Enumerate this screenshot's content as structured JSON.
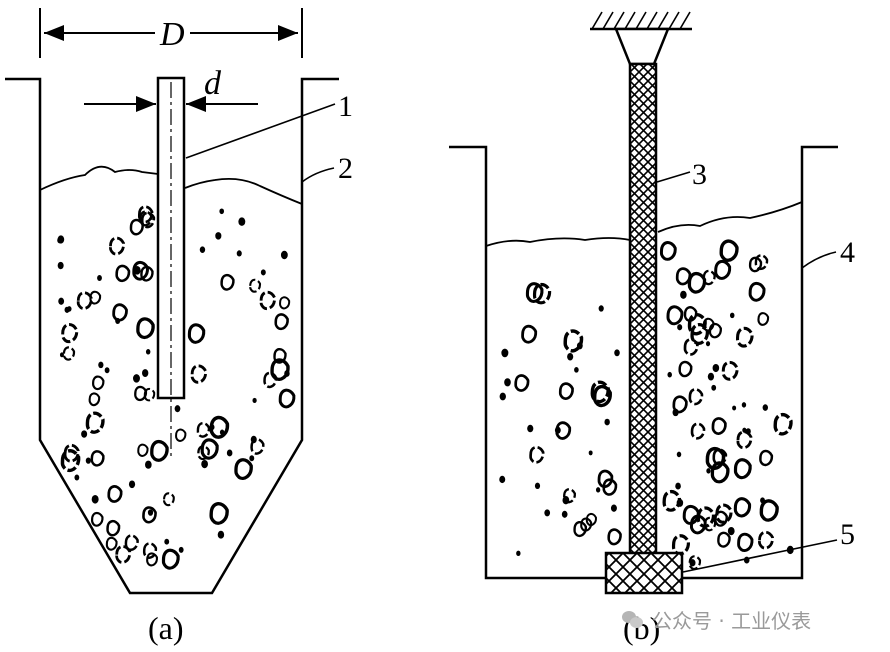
{
  "labels": {
    "dim_big": "D",
    "dim_small": "d",
    "n1": "1",
    "n2": "2",
    "n3": "3",
    "n4": "4",
    "n5": "5",
    "cap_a": "(a)",
    "cap_b": "(b)"
  },
  "watermark": {
    "text": "公众号 · 工业仪表",
    "logo_icon": "wechat-logo-icon",
    "color": "#9a9a9a"
  },
  "colors": {
    "ink": "#000000",
    "background": "#ffffff"
  }
}
